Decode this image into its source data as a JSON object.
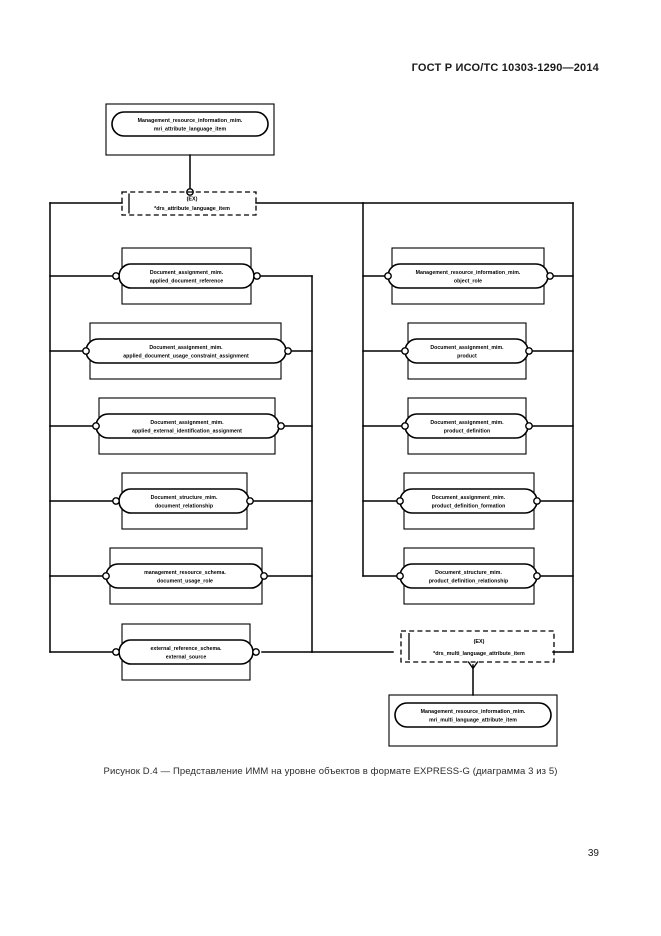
{
  "document": {
    "header": "ГОСТ Р ИСО/ТС 10303-1290—2014",
    "caption": "Рисунок D.4 — Представление ИММ на уровне объектов в формате EXPRESS-G (диаграмма 3 из 5)",
    "page_number": "39"
  },
  "diagram": {
    "type": "EXPRESS-G entity-level diagram",
    "nodes": {
      "top_entity": {
        "line1": "Management_resource_information_mim.",
        "line2": "mri_attribute_language_item"
      },
      "ex_top": {
        "tag": "(EX)",
        "name": "*drs_attribute_language_item"
      },
      "left_1": {
        "line1": "Document_assignment_mim.",
        "line2": "applied_document_reference"
      },
      "left_2": {
        "line1": "Document_assignment_mim.",
        "line2": "applied_document_usage_constraint_assignment"
      },
      "left_3": {
        "line1": "Document_assignment_mim.",
        "line2": "applied_external_identification_assignment"
      },
      "left_4": {
        "line1": "Document_structure_mim.",
        "line2": "document_relationship"
      },
      "left_5": {
        "line1": "management_resource_schema.",
        "line2": "document_usage_role"
      },
      "left_6": {
        "line1": "external_reference_schema.",
        "line2": "external_source"
      },
      "right_1": {
        "line1": "Management_resource_information_mim.",
        "line2": "object_role"
      },
      "right_2": {
        "line1": "Document_assignment_mim.",
        "line2": "product"
      },
      "right_3": {
        "line1": "Document_assignment_mim.",
        "line2": "product_definition"
      },
      "right_4": {
        "line1": "Document_assignment_mim.",
        "line2": "product_definition_formation"
      },
      "right_5": {
        "line1": "Document_structure_mim.",
        "line2": "product_definition_relationship"
      },
      "ex_bottom": {
        "tag": "(EX)",
        "name": "*drs_multi_language_attribute_item"
      },
      "bottom_entity": {
        "line1": "Management_resource_information_mim.",
        "line2": "mri_multi_language_attribute_item"
      }
    },
    "colors": {
      "stroke": "#000000",
      "fill": "#ffffff",
      "text": "#000000"
    }
  }
}
